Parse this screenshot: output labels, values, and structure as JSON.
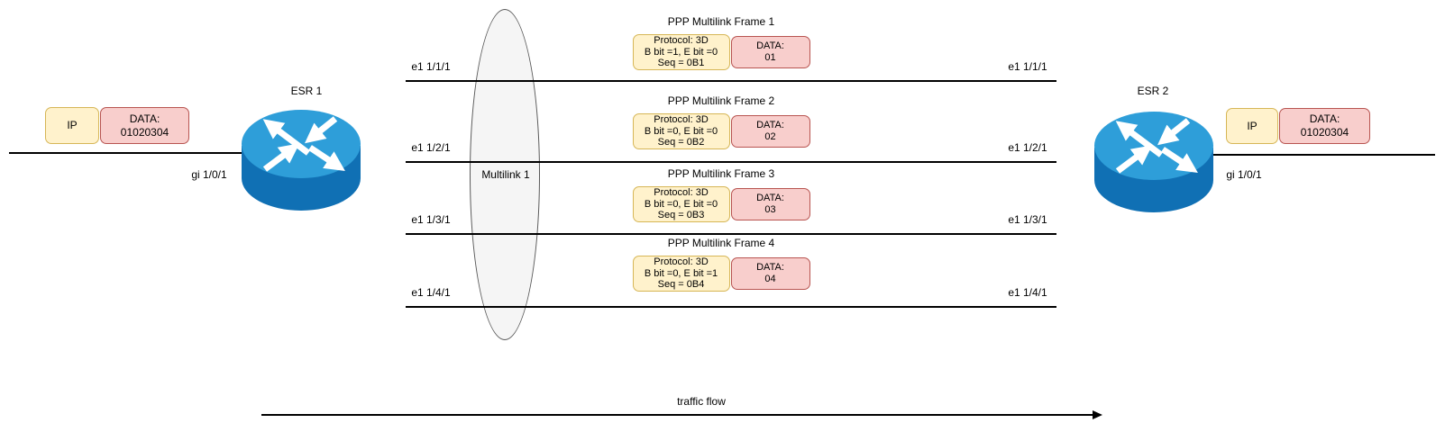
{
  "colors": {
    "protocol_box_fill": "#FFF2CC",
    "protocol_box_border": "#D6B656",
    "data_box_fill": "#F8CECC",
    "data_box_border": "#B85450",
    "router_top": "#2E9ED9",
    "router_body": "#1070B4",
    "bundle_fill": "#F5F5F5",
    "line": "#000000"
  },
  "left_side": {
    "router_label": "ESR 1",
    "interface_label": "gi 1/0/1",
    "packet": {
      "ip_label": "IP",
      "data_label": "DATA:",
      "data_value": "01020304"
    }
  },
  "right_side": {
    "router_label": "ESR 2",
    "interface_label": "gi 1/0/1",
    "packet": {
      "ip_label": "IP",
      "data_label": "DATA:",
      "data_value": "01020304"
    }
  },
  "bundle": {
    "label": "Multilink 1"
  },
  "links": [
    {
      "left_port": "e1 1/1/1",
      "right_port": "e1 1/1/1",
      "frame": {
        "title": "PPP Multilink Frame 1",
        "protocol": [
          "Protocol: 3D",
          "B bit =1, E bit =0",
          "Seq = 0B1"
        ],
        "data_label": "DATA:",
        "data_value": "01"
      }
    },
    {
      "left_port": "e1 1/2/1",
      "right_port": "e1 1/2/1",
      "frame": {
        "title": "PPP Multilink Frame 2",
        "protocol": [
          "Protocol: 3D",
          "B bit =0, E bit =0",
          "Seq = 0B2"
        ],
        "data_label": "DATA:",
        "data_value": "02"
      }
    },
    {
      "left_port": "e1 1/3/1",
      "right_port": "e1 1/3/1",
      "frame": {
        "title": "PPP Multilink Frame 3",
        "protocol": [
          "Protocol: 3D",
          "B bit =0, E bit =0",
          "Seq = 0B3"
        ],
        "data_label": "DATA:",
        "data_value": "03"
      }
    },
    {
      "left_port": "e1 1/4/1",
      "right_port": "e1 1/4/1",
      "frame": {
        "title": "PPP Multilink Frame 4",
        "protocol": [
          "Protocol: 3D",
          "B bit =0, E bit =1",
          "Seq = 0B4"
        ],
        "data_label": "DATA:",
        "data_value": "04"
      }
    }
  ],
  "traffic_flow_label": "traffic flow"
}
